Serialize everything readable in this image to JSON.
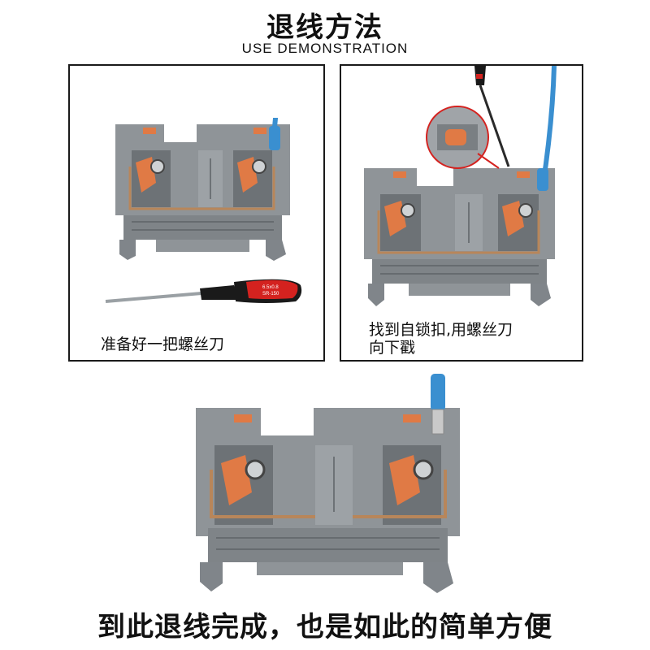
{
  "header": {
    "title": "退线方法",
    "subtitle": "USE DEMONSTRATION"
  },
  "panels": [
    {
      "caption": "准备好一把螺丝刀"
    },
    {
      "caption_line1": "找到自锁扣,用螺丝刀",
      "caption_line2": "向下戳"
    }
  ],
  "footer": {
    "text": "到此退线完成，也是如此的简单方便"
  },
  "screwdriver": {
    "label_line1": "6.5x0.8",
    "label_line2": "SR-150"
  },
  "colors": {
    "block_gray": "#8f9498",
    "block_dark": "#6d7276",
    "latch_orange": "#e07a45",
    "wire_blue": "#3a8fd0",
    "handle_red": "#d4221f"
  }
}
